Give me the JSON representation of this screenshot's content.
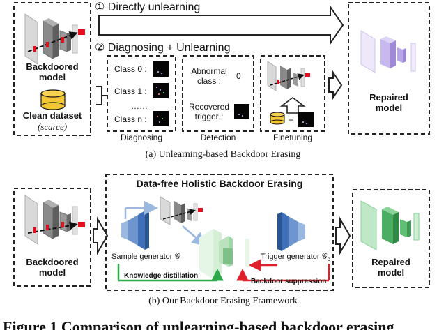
{
  "colors": {
    "outline": "#222222",
    "net_gray": "#6f6f6f",
    "trigger_red": "#e01020",
    "repaired_purple": "#b8a6e6",
    "repaired_green": "#7fd48f",
    "generator_blue": "#3e6fb8",
    "kd_green": "#2aa84a",
    "bs_red": "#e0202a",
    "db_yellow": "#f2c832"
  },
  "top": {
    "option1": "① Directly unlearning",
    "option2": "② Diagnosing + Unlearning",
    "backdoored_label": "Backdoored\nmodel",
    "clean_dataset": "Clean dataset",
    "scarce": "(scarce)",
    "repaired_label": "Repaired\nmodel",
    "classes": [
      "Class 0 :",
      "Class 1 :",
      "……",
      "Class n :"
    ],
    "diagnosing": "Diagnosing",
    "abnormal_class": "Abnormal\nclass :",
    "abnormal_value": "0",
    "recovered_trigger": "Recovered\ntrigger :",
    "detection": "Detection",
    "plus": "+",
    "finetuning": "Finetuning",
    "caption": "(a) Unlearning-based Backdoor Erasing"
  },
  "bottom": {
    "title": "Data-free Holistic Backdoor Erasing",
    "backdoored_label": "Backdoored\nmodel",
    "sample_generator": "Sample generator 𝒢",
    "trigger_generator": "Trigger generator 𝒢",
    "trigger_sub": "p",
    "knowledge_distillation": "Knowledge distillation",
    "backdoor_suppression": "Backdoor suppression",
    "repaired_label": "Repaired\nmodel",
    "caption": "(b) Our Backdoor Erasing Framework"
  },
  "footer": "Figure 1 Comparison of unlearning-based backdoor erasing"
}
